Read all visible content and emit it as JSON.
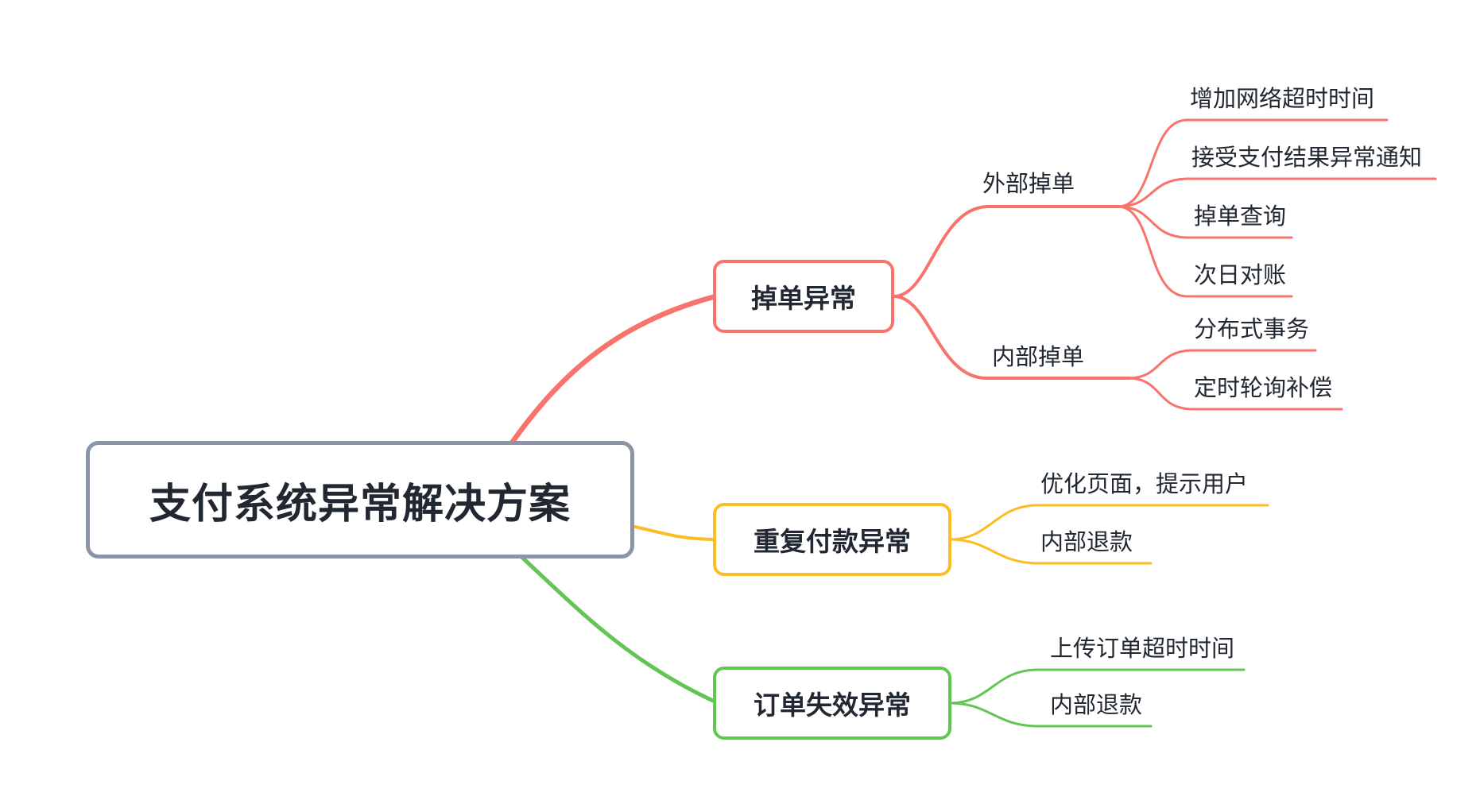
{
  "title": "支付系统异常解决方案",
  "colors": {
    "background": "#ffffff",
    "text": "#212832",
    "root_border": "#8a96a7",
    "red": "#f8736b",
    "yellow": "#fbbd23",
    "green": "#62c554"
  },
  "branches": [
    {
      "label": "掉单异常",
      "color": "#f8736b",
      "groups": [
        {
          "label": "外部掉单",
          "leaves": [
            "增加网络超时时间",
            "接受支付结果异常通知",
            "掉单查询",
            "次日对账"
          ]
        },
        {
          "label": "内部掉单",
          "leaves": [
            "分布式事务",
            "定时轮询补偿"
          ]
        }
      ]
    },
    {
      "label": "重复付款异常",
      "color": "#fbbd23",
      "leaves": [
        "优化页面，提示用户",
        "内部退款"
      ]
    },
    {
      "label": "订单失效异常",
      "color": "#62c554",
      "leaves": [
        "上传订单超时时间",
        "内部退款"
      ]
    }
  ]
}
